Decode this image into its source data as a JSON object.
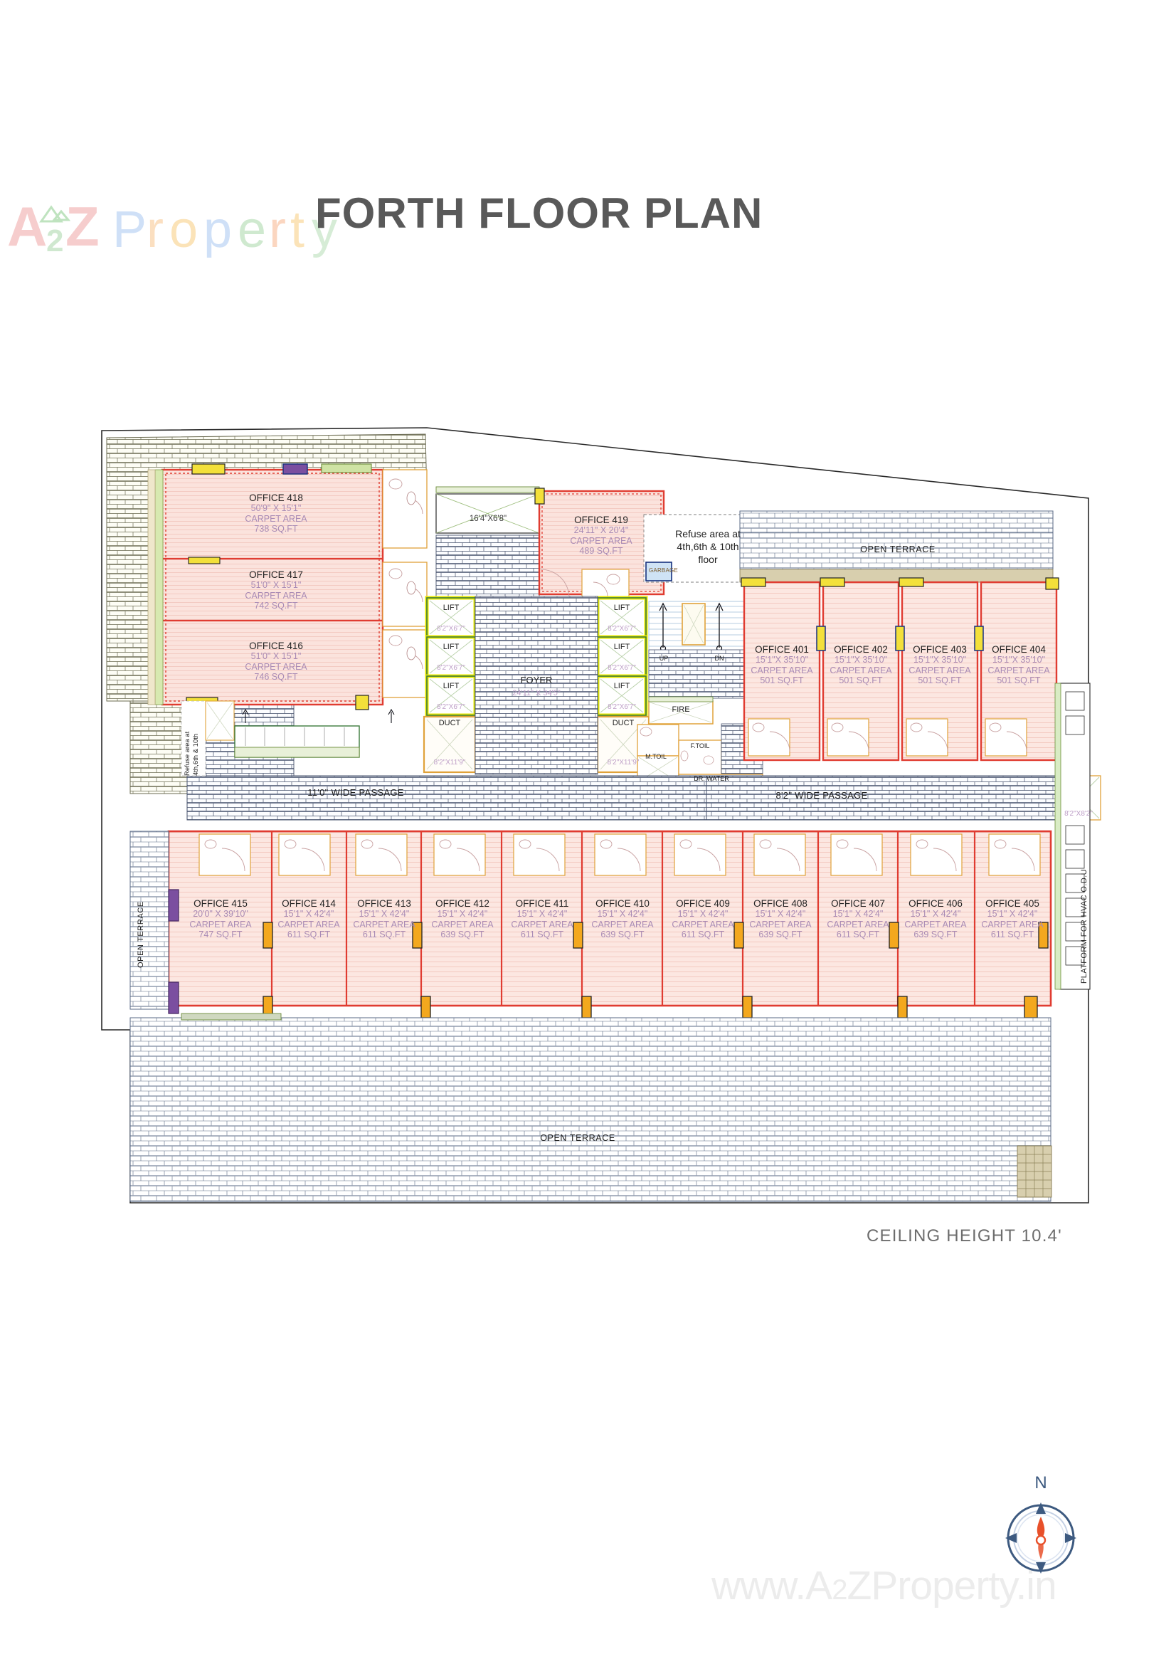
{
  "document": {
    "title": "FORTH FLOOR PLAN",
    "ceiling_note": "CEILING HEIGHT 10.4'",
    "compass_north": "N",
    "watermark_logo_main": "A2Z",
    "watermark_logo_sub": "2",
    "watermark_logo_word": "Property",
    "watermark_footer": "www.A2ZProperty.in",
    "watermark_footer_prefix": "www.A",
    "watermark_footer_sub": "2",
    "watermark_footer_suffix": "ZProperty.in"
  },
  "colors": {
    "title_gray": "#595959",
    "office_fill": "#fbe3dd",
    "office_stroke": "#e03c31",
    "dim_text": "#a98bb5",
    "label_text": "#232323",
    "wall_hatch": "#3b4a66",
    "lift_yellow": "#e8e800",
    "lift_green": "#3c7a3c",
    "duct_orange": "#e08a2e",
    "compass_blue": "#3d5a80",
    "compass_needle": "#e8502a",
    "terrace_hatch": "#5a6a86"
  },
  "offices_top_left": [
    {
      "name": "OFFICE 418",
      "dims": "50'9\" X 15'1\"",
      "carpet_label": "CARPET AREA",
      "area": "738 SQ.FT"
    },
    {
      "name": "OFFICE 417",
      "dims": "51'0\" X 15'1\"",
      "carpet_label": "CARPET AREA",
      "area": "742 SQ.FT"
    },
    {
      "name": "OFFICE 416",
      "dims": "51'0\" X 15'1\"",
      "carpet_label": "CARPET AREA",
      "area": "746 SQ.FT"
    }
  ],
  "office_419": {
    "name": "OFFICE 419",
    "dims": "24'11\" X 20'4\"",
    "carpet_label": "CARPET AREA",
    "area": "489 SQ.FT"
  },
  "offices_right_top": [
    {
      "name": "OFFICE 401",
      "dims": "15'1\"X 35'10\"",
      "carpet_label": "CARPET AREA",
      "area": "501 SQ.FT"
    },
    {
      "name": "OFFICE 402",
      "dims": "15'1\"X 35'10\"",
      "carpet_label": "CARPET AREA",
      "area": "501 SQ.FT"
    },
    {
      "name": "OFFICE 403",
      "dims": "15'1\"X 35'10\"",
      "carpet_label": "CARPET AREA",
      "area": "501 SQ.FT"
    },
    {
      "name": "OFFICE 404",
      "dims": "15'1\"X 35'10\"",
      "carpet_label": "CARPET AREA",
      "area": "501 SQ.FT"
    }
  ],
  "offices_bottom": [
    {
      "name": "OFFICE 415",
      "dims": "20'0\" X 39'10\"",
      "carpet_label": "CARPET AREA",
      "area": "747 SQ.FT"
    },
    {
      "name": "OFFICE 414",
      "dims": "15'1\" X 42'4\"",
      "carpet_label": "CARPET AREA",
      "area": "611 SQ.FT"
    },
    {
      "name": "OFFICE 413",
      "dims": "15'1\" X 42'4\"",
      "carpet_label": "CARPET AREA",
      "area": "611 SQ.FT"
    },
    {
      "name": "OFFICE 412",
      "dims": "15'1\" X 42'4\"",
      "carpet_label": "CARPET AREA",
      "area": "639 SQ.FT"
    },
    {
      "name": "OFFICE 411",
      "dims": "15'1\" X 42'4\"",
      "carpet_label": "CARPET AREA",
      "area": "611 SQ.FT"
    },
    {
      "name": "OFFICE 410",
      "dims": "15'1\" X 42'4\"",
      "carpet_label": "CARPET AREA",
      "area": "639 SQ.FT"
    },
    {
      "name": "OFFICE 409",
      "dims": "15'1\" X 42'4\"",
      "carpet_label": "CARPET AREA",
      "area": "611 SQ.FT"
    },
    {
      "name": "OFFICE 408",
      "dims": "15'1\" X 42'4\"",
      "carpet_label": "CARPET AREA",
      "area": "639 SQ.FT"
    },
    {
      "name": "OFFICE 407",
      "dims": "15'1\" X 42'4\"",
      "carpet_label": "CARPET AREA",
      "area": "611 SQ.FT"
    },
    {
      "name": "OFFICE 406",
      "dims": "15'1\" X 42'4\"",
      "carpet_label": "CARPET AREA",
      "area": "639 SQ.FT"
    },
    {
      "name": "OFFICE 405",
      "dims": "15'1\" X 42'4\"",
      "carpet_label": "CARPET AREA",
      "area": "611 SQ.FT"
    }
  ],
  "core": {
    "foyer_label": "FOYER",
    "foyer_dims": "24'11\" X 34'5\"",
    "lift_label": "LIFT",
    "lift_dims": "8'2\"X6'7\"",
    "duct_label": "DUCT",
    "duct_dims": "8'2\"X11'9\"",
    "stair_up": "UP",
    "stair_dn": "DN",
    "fire_label": "FIRE",
    "m_toilet": "M.TOIL",
    "f_toilet": "F.TOIL",
    "drinking_water": "DR. WATER",
    "garbage": "GARBAGE",
    "balcony_dims": "16'4\"X6'8\"",
    "hvac_shaft_dims": "8'2\"X8'2\""
  },
  "annotations": {
    "refuse_note": "Refuse area at 4th,6th & 10th floor",
    "refuse_note_l1": "Refuse area at",
    "refuse_note_l2": "4th,6th & 10th",
    "refuse_note_l3": "floor",
    "refuse_side_note": "Refuse area at 4th,6th & 10th floor",
    "passage_left": "11'0\" WIDE PASSAGE",
    "passage_right": "8'2\" WIDE PASSAGE",
    "open_terrace_top": "OPEN TERRACE",
    "open_terrace_left": "OPEN TERRACE",
    "open_terrace_bottom": "OPEN TERRACE",
    "platform_hvac": "PLATFORM FOR HVAC O.D.U"
  }
}
